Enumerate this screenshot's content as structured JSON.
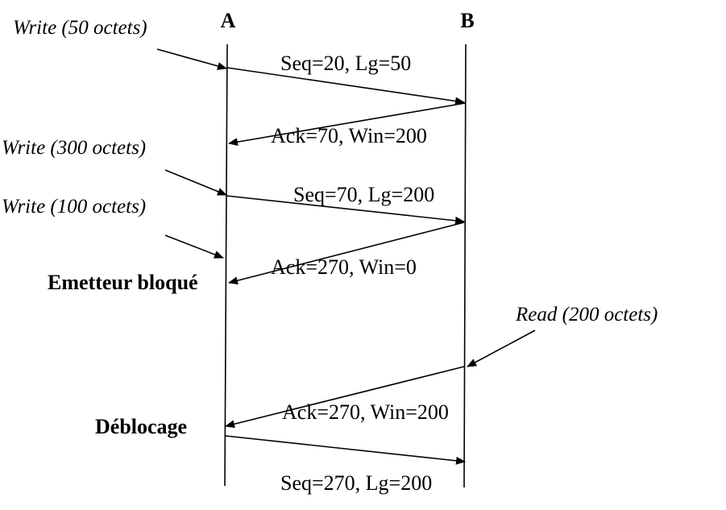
{
  "hosts": {
    "a": "A",
    "b": "B"
  },
  "messages": {
    "seq1": "Seq=20, Lg=50",
    "ack1": "Ack=70, Win=200",
    "seq2": "Seq=70, Lg=200",
    "ack2": "Ack=270, Win=0",
    "ack3": "Ack=270, Win=200",
    "seq3": "Seq=270, Lg=200"
  },
  "app_events": {
    "write1": "Write (50 octets)",
    "write2": "Write (300 octets)",
    "write3": "Write (100 octets)",
    "read1": "Read (200 octets)"
  },
  "states": {
    "blocked": "Emetteur bloqué",
    "unblocked": "Déblocage"
  }
}
